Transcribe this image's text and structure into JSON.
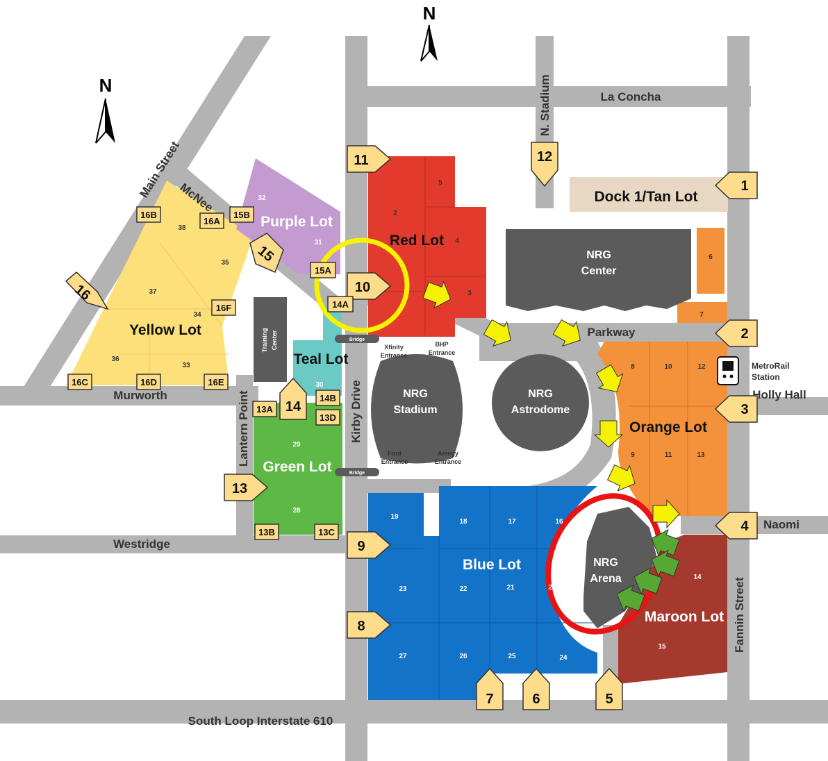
{
  "compass": {
    "top": "N",
    "left": "N"
  },
  "roads": {
    "la_concha": "La Concha",
    "n_stadium": "N. Stadium",
    "main_street": "Main Street",
    "mcnee": "McNee",
    "murworth": "Murworth",
    "lantern_point": "Lantern Point",
    "kirby_drive": "Kirby Drive",
    "westridge": "Westridge",
    "south_loop": "South Loop Interstate 610",
    "parkway": "Parkway",
    "holly_hall": "Holly Hall",
    "naomi": "Naomi",
    "fannin_street": "Fannin Street"
  },
  "lots": {
    "yellow": {
      "name": "Yellow Lot",
      "nums": [
        "38",
        "37",
        "35",
        "34",
        "36",
        "33"
      ],
      "color": "#fde07a"
    },
    "purple": {
      "name": "Purple Lot",
      "nums": [
        "32",
        "31"
      ],
      "color": "#c49bd0"
    },
    "red": {
      "name": "Red Lot",
      "nums": [
        "5",
        "2",
        "4",
        "3"
      ],
      "color": "#e23b2e"
    },
    "teal": {
      "name": "Teal Lot",
      "nums": [
        "30"
      ],
      "color": "#6ccac6"
    },
    "green": {
      "name": "Green Lot",
      "nums": [
        "29",
        "28"
      ],
      "color": "#5db846"
    },
    "orange": {
      "name": "Orange Lot",
      "nums": [
        "6",
        "7",
        "8",
        "10",
        "12",
        "9",
        "11",
        "13"
      ],
      "color": "#f3923b"
    },
    "tan": {
      "name": "Dock 1/Tan Lot",
      "color": "#e8d7c3"
    },
    "blue": {
      "name": "Blue Lot",
      "nums": [
        "19",
        "18",
        "17",
        "16",
        "23",
        "22",
        "21",
        "20",
        "27",
        "26",
        "25",
        "24"
      ],
      "color": "#1273c9"
    },
    "maroon": {
      "name": "Maroon Lot",
      "nums": [
        "14",
        "15"
      ],
      "color": "#a5392e"
    }
  },
  "venues": {
    "nrg_center": [
      "NRG",
      "Center"
    ],
    "nrg_stadium": [
      "NRG",
      "Stadium"
    ],
    "nrg_astrodome": [
      "NRG",
      "Astrodome"
    ],
    "nrg_arena": [
      "NRG",
      "Arena"
    ],
    "training_center": [
      "Training",
      "Center"
    ]
  },
  "entrances": {
    "xfinity": [
      "Xfinity",
      "Entrance"
    ],
    "bhp": [
      "BHP",
      "Entrance"
    ],
    "ford": [
      "Ford",
      "Entrance"
    ],
    "amegy": [
      "Amegy",
      "Entrance"
    ]
  },
  "bridges": [
    "Bridge",
    "Bridge"
  ],
  "metrorail": [
    "MetroRail",
    "Station"
  ],
  "gates": [
    "1",
    "2",
    "3",
    "4",
    "5",
    "6",
    "7",
    "8",
    "9",
    "10",
    "11",
    "12",
    "13",
    "14",
    "15",
    "16"
  ],
  "tags": [
    "16B",
    "16A",
    "15B",
    "16F",
    "16C",
    "16D",
    "16E",
    "15A",
    "14A",
    "13A",
    "14B",
    "13D",
    "13B",
    "13C"
  ],
  "colors": {
    "road": "#b3b3b3",
    "venue": "#5b5b5b",
    "gate_fill": "#fddc8c",
    "yellow_arrow": "#f4f200",
    "green_arrow": "#56a832",
    "highlight_yellow": "#f7f200",
    "highlight_red": "#e81313"
  },
  "icons": [
    "north-arrow-icon",
    "train-icon",
    "direction-arrow-icon"
  ]
}
